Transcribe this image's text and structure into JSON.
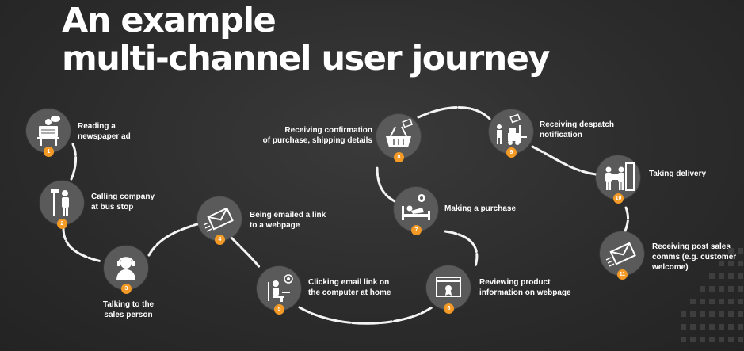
{
  "title": {
    "line1": "An example",
    "line2": "multi-channel user journey"
  },
  "colors": {
    "background": "#2b2b2b",
    "circle": "#5a5a5a",
    "badge": "#f39a26",
    "path": "#ffffff"
  },
  "steps": [
    {
      "number": "1",
      "label": "Reading a\nnewspaper ad",
      "icon": "newspaper-reader-icon"
    },
    {
      "number": "2",
      "label": "Calling company\nat bus stop",
      "icon": "bus-stop-phone-icon"
    },
    {
      "number": "3",
      "label": "Talking to the\nsales person",
      "icon": "headset-agent-icon"
    },
    {
      "number": "4",
      "label": "Being emailed a link\nto a webpage",
      "icon": "email-icon"
    },
    {
      "number": "5",
      "label": "Clicking email link on\nthe computer at home",
      "icon": "computer-user-icon"
    },
    {
      "number": "6",
      "label": "Reviewing product\ninformation on webpage",
      "icon": "webpage-icon"
    },
    {
      "number": "7",
      "label": "Making a purchase",
      "icon": "bed-purchase-icon"
    },
    {
      "number": "8",
      "label": "Receiving confirmation\nof purchase, shipping details",
      "icon": "basket-icon"
    },
    {
      "number": "9",
      "label": "Receiving despatch\nnotification",
      "icon": "forklift-icon"
    },
    {
      "number": "10",
      "label": "Taking delivery",
      "icon": "delivery-door-icon"
    },
    {
      "number": "11",
      "label": "Receiving post sales\ncomms (e.g. customer\nwelcome)",
      "icon": "email-icon"
    }
  ]
}
